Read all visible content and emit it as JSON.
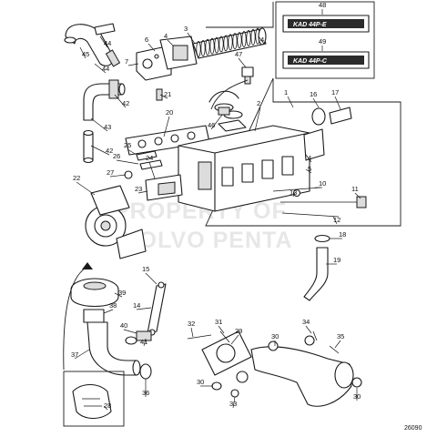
{
  "callouts": [
    {
      "id": "c44a",
      "text": "44"
    },
    {
      "id": "c45",
      "text": "45"
    },
    {
      "id": "c44b",
      "text": "44"
    },
    {
      "id": "c43",
      "text": "43"
    },
    {
      "id": "c42a",
      "text": "42"
    },
    {
      "id": "c42b",
      "text": "42"
    },
    {
      "id": "c6",
      "text": "6"
    },
    {
      "id": "c7",
      "text": "7"
    },
    {
      "id": "c4a",
      "text": "4"
    },
    {
      "id": "c3",
      "text": "3"
    },
    {
      "id": "c4b",
      "text": "4"
    },
    {
      "id": "c21",
      "text": "21"
    },
    {
      "id": "c20",
      "text": "20"
    },
    {
      "id": "c47",
      "text": "47"
    },
    {
      "id": "c1",
      "text": "1"
    },
    {
      "id": "c2",
      "text": "2"
    },
    {
      "id": "c46",
      "text": "46"
    },
    {
      "id": "c16",
      "text": "16"
    },
    {
      "id": "c17",
      "text": "17"
    },
    {
      "id": "c25",
      "text": "25"
    },
    {
      "id": "c26",
      "text": "26"
    },
    {
      "id": "c24",
      "text": "24"
    },
    {
      "id": "c27",
      "text": "27"
    },
    {
      "id": "c23",
      "text": "23"
    },
    {
      "id": "c22",
      "text": "22"
    },
    {
      "id": "c4c",
      "text": "4"
    },
    {
      "id": "c5",
      "text": "5"
    },
    {
      "id": "c10",
      "text": "10"
    },
    {
      "id": "c13",
      "text": "13"
    },
    {
      "id": "c11",
      "text": "11"
    },
    {
      "id": "c12",
      "text": "12"
    },
    {
      "id": "c18",
      "text": "18"
    },
    {
      "id": "c19",
      "text": "19"
    },
    {
      "id": "c15",
      "text": "15"
    },
    {
      "id": "c39",
      "text": "39"
    },
    {
      "id": "c38",
      "text": "38"
    },
    {
      "id": "c14",
      "text": "14"
    },
    {
      "id": "c40",
      "text": "40"
    },
    {
      "id": "c41",
      "text": "41"
    },
    {
      "id": "c37",
      "text": "37"
    },
    {
      "id": "c36",
      "text": "36"
    },
    {
      "id": "c28",
      "text": "28"
    },
    {
      "id": "c32",
      "text": "32"
    },
    {
      "id": "c31",
      "text": "31"
    },
    {
      "id": "c29",
      "text": "29"
    },
    {
      "id": "c34",
      "text": "34"
    },
    {
      "id": "c35",
      "text": "35"
    },
    {
      "id": "c30a",
      "text": "30"
    },
    {
      "id": "c33",
      "text": "33"
    },
    {
      "id": "c30b",
      "text": "30"
    },
    {
      "id": "c30c",
      "text": "30"
    },
    {
      "id": "c48",
      "text": "48"
    },
    {
      "id": "c49",
      "text": "49"
    }
  ],
  "badges": [
    {
      "id": "b48",
      "text": "KAD  44P-E"
    },
    {
      "id": "b49",
      "text": "KAD  44P-C"
    }
  ],
  "watermark": {
    "line1": "PROPERTY OF",
    "line2": "VOLVO PENTA"
  },
  "figure_id": "26090",
  "colors": {
    "ink": "#1a1a1a",
    "badge_fill": "#2b2b2b",
    "watermark": "#d4d4d4"
  }
}
